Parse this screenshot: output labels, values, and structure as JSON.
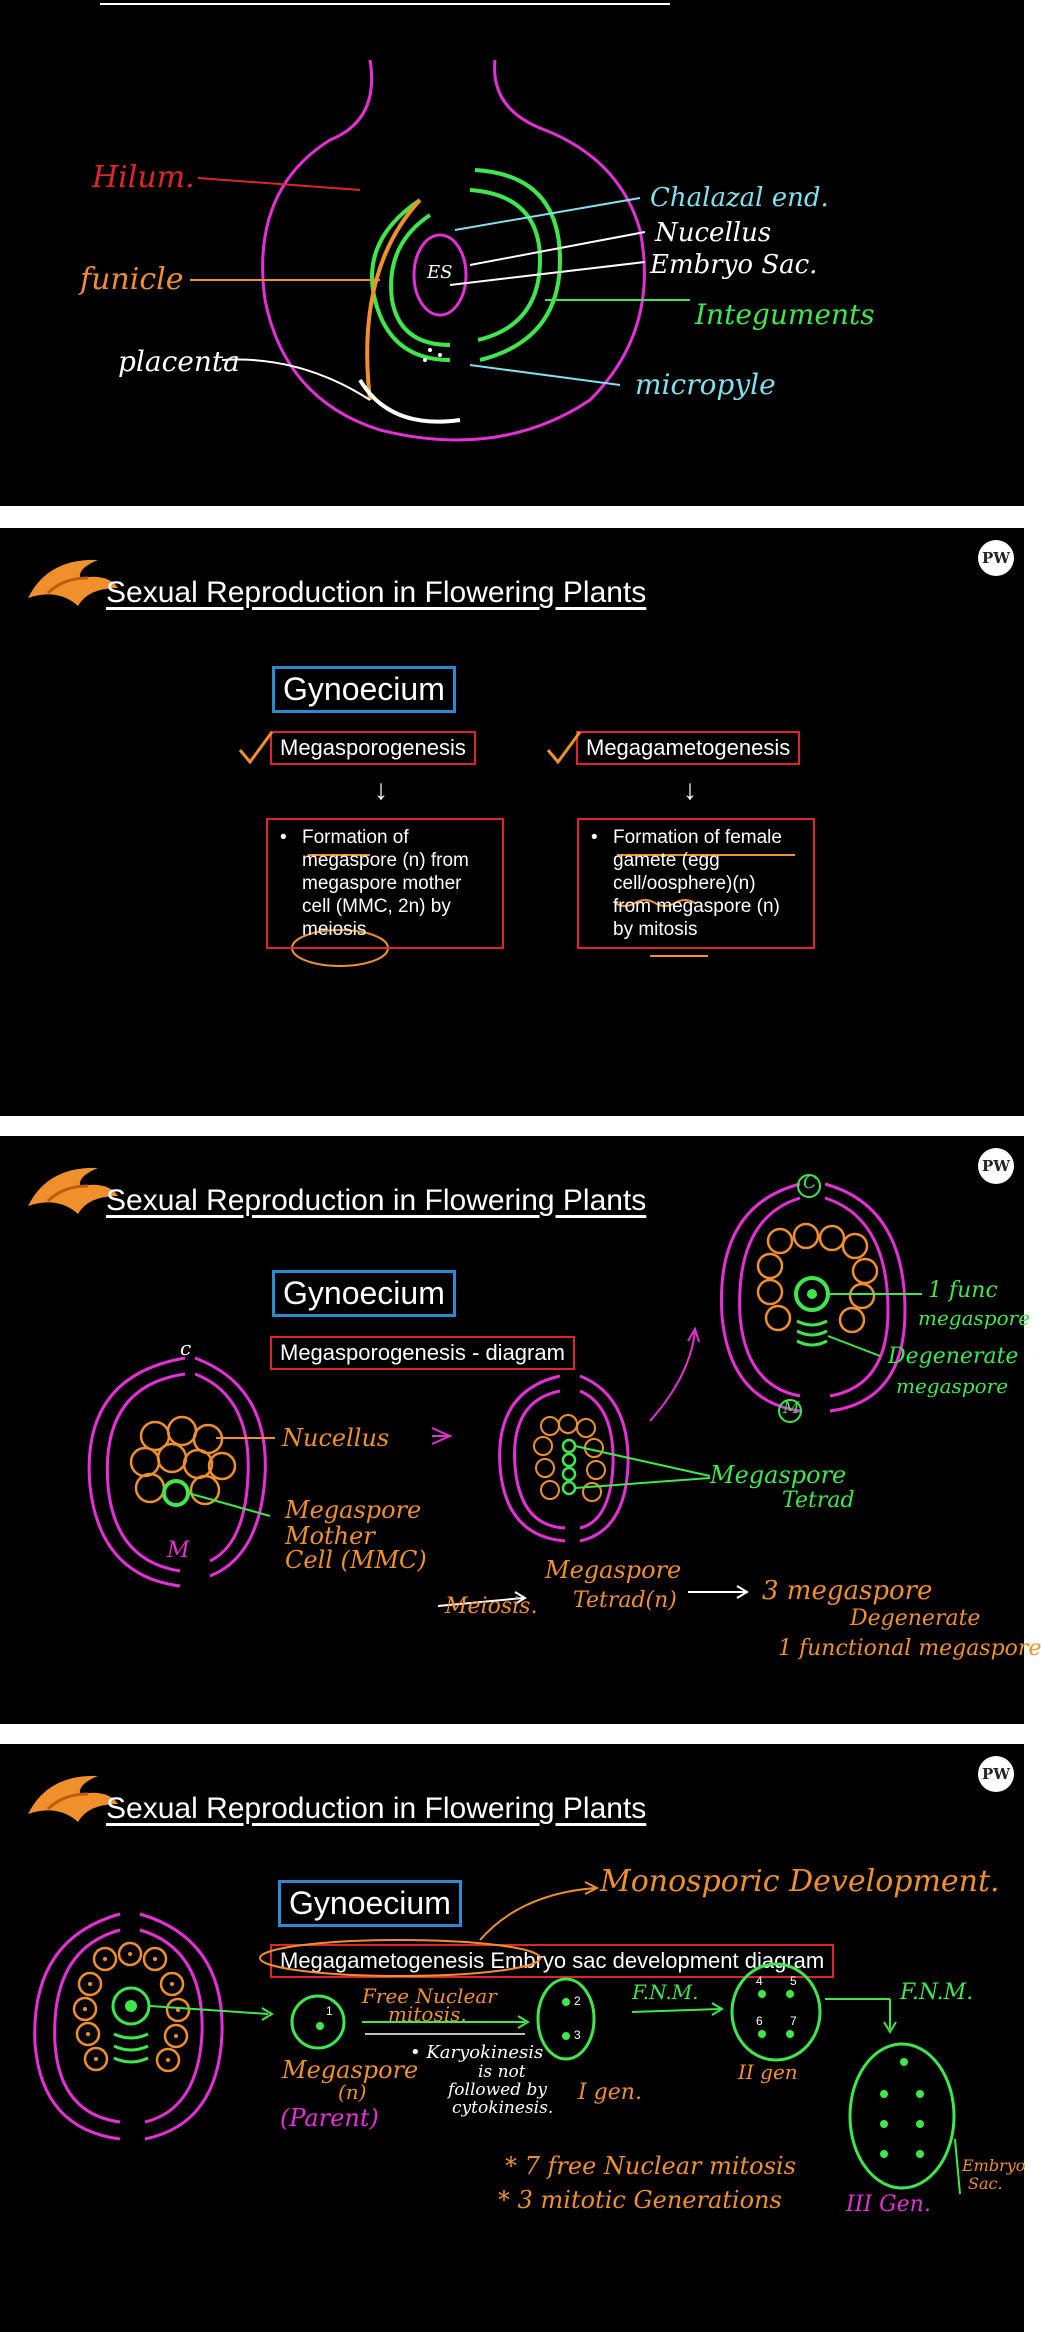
{
  "slide1": {
    "labels": {
      "hilum": "Hilum.",
      "funicle": "funicle",
      "placenta": "placenta",
      "es": "ES",
      "chalazal": "Chalazal end.",
      "nucellus": "Nucellus",
      "embryo_sac": "Embryo Sac.",
      "integuments": "Integuments",
      "micropyle": "micropyle"
    }
  },
  "header": {
    "title": "Sexual Reproduction in Flowering Plants",
    "badge": "PW"
  },
  "slide2": {
    "gynoecium": "Gynoecium",
    "box_left": "Megasporogenesis",
    "box_right": "Megagametogenesis",
    "arrow": "↓",
    "bullet": "•",
    "left_lines": [
      "Formation of",
      "megaspore (n) from",
      "megaspore mother",
      "cell (MMC, 2n) by",
      "meiosis"
    ],
    "right_lines": [
      "Formation of female",
      "gamete (egg",
      "cell/oosphere)(n)",
      "from megaspore (n)",
      "by mitosis"
    ]
  },
  "slide3": {
    "gynoecium": "Gynoecium",
    "box": "Megasporogenesis - diagram",
    "c_left": "c",
    "m_left": "M",
    "c_right": "C",
    "m_right": "M",
    "nucellus": "Nucellus",
    "mmc_1": "Megaspore",
    "mmc_2": "Mother",
    "mmc_3": "Cell (MMC)",
    "meiosis": "Meiosis.",
    "tetrad_1": "Megaspore",
    "tetrad_2": "Tetrad(n)",
    "mt_label_1": "Megaspore",
    "mt_label_2": "Tetrad",
    "functional_1": "1 func",
    "functional_2": "megaspore",
    "degenerate_1": "Degenerate",
    "degenerate_2": "megaspore",
    "result_1": "3 megaspore",
    "result_2": "Degenerate",
    "result_3": "1 functional megaspore"
  },
  "slide4": {
    "gynoecium": "Gynoecium",
    "monosporic": "Monosporic Development.",
    "box_a": "Megagametogenesis",
    "box_b": "Embryo sac development",
    "box_c": "diagram",
    "free_nuclear": "Free Nuclear",
    "mitosis": "mitosis.",
    "karyokinesis": "• Karyokinesis",
    "is_not": "is not",
    "followed_by": "followed by",
    "cytokinesis": "cytokinesis.",
    "megaspore": "Megaspore",
    "n": "(n)",
    "parent": "(Parent)",
    "gen1": "I gen.",
    "fnm1": "F.N.M.",
    "gen2": "II gen",
    "fnm2": "F.N.M.",
    "gen3": "III Gen.",
    "embryo_sac": "Embryo",
    "sac": "Sac.",
    "note1": "* 7 free Nuclear mitosis",
    "note2": "* 3 mitotic Generations",
    "n1": "1",
    "n2": "2",
    "n3": "3",
    "n4": "4",
    "n5": "5",
    "n6": "6",
    "n7": "7"
  },
  "colors": {
    "pink": "#e62fd6",
    "green": "#3ee84a",
    "orange": "#f0902a",
    "red": "#e0242c",
    "blue": "#2a8bd0",
    "cyan": "#7fe0f0"
  }
}
